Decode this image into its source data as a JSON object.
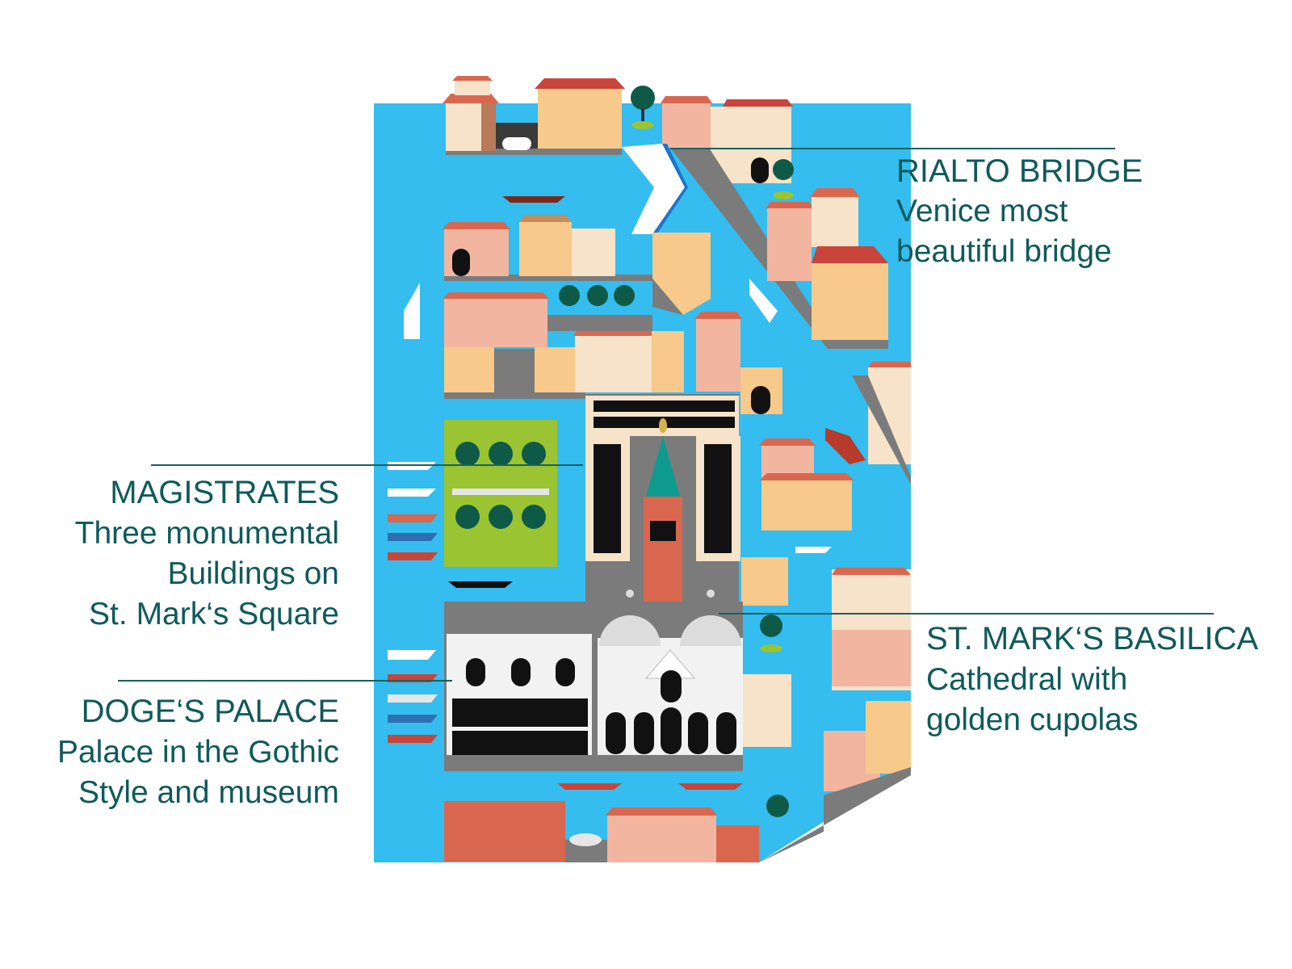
{
  "colors": {
    "water": "#34bdee",
    "land": "#7b7b7b",
    "text": "#0f5a5a",
    "roof": "#d9674f",
    "park": "#9ac431",
    "tower": "#d9674f"
  },
  "labels": {
    "rialto": {
      "title": "RIALTO BRIDGE",
      "lines": [
        "Venice most",
        "beautiful bridge"
      ]
    },
    "magistrates": {
      "title": "MAGISTRATES",
      "lines": [
        "Three monumental",
        "Buildings on",
        "St. Mark‘s Square"
      ]
    },
    "doges_palace": {
      "title": "DOGE‘S PALACE",
      "lines": [
        "Palace in the Gothic",
        "Style and museum"
      ]
    },
    "basilica": {
      "title": "ST. MARK‘S BASILICA",
      "lines": [
        "Cathedral with",
        "golden cupolas"
      ]
    }
  }
}
